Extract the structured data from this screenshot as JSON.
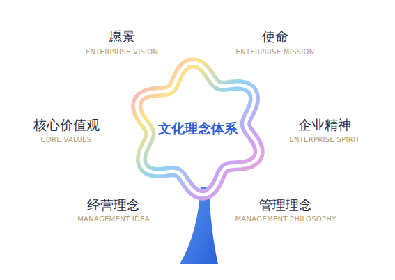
{
  "diagram": {
    "nodes": [
      {
        "text": [
          "文化理念体系"
        ]
      }
    ],
    "labels": [
      "愿景",
      "ENTERPRISE VISION",
      "使命",
      "ENTERPRISE MISSION",
      "核心价值观",
      "CORE VALUES",
      "企业精神",
      "ENTERPRISE SPIRIT",
      "经营理念",
      "MANAGEMENT IDEA",
      "管理理念",
      "MANAGEMENT PHILOSOPHY"
    ]
  }
}
